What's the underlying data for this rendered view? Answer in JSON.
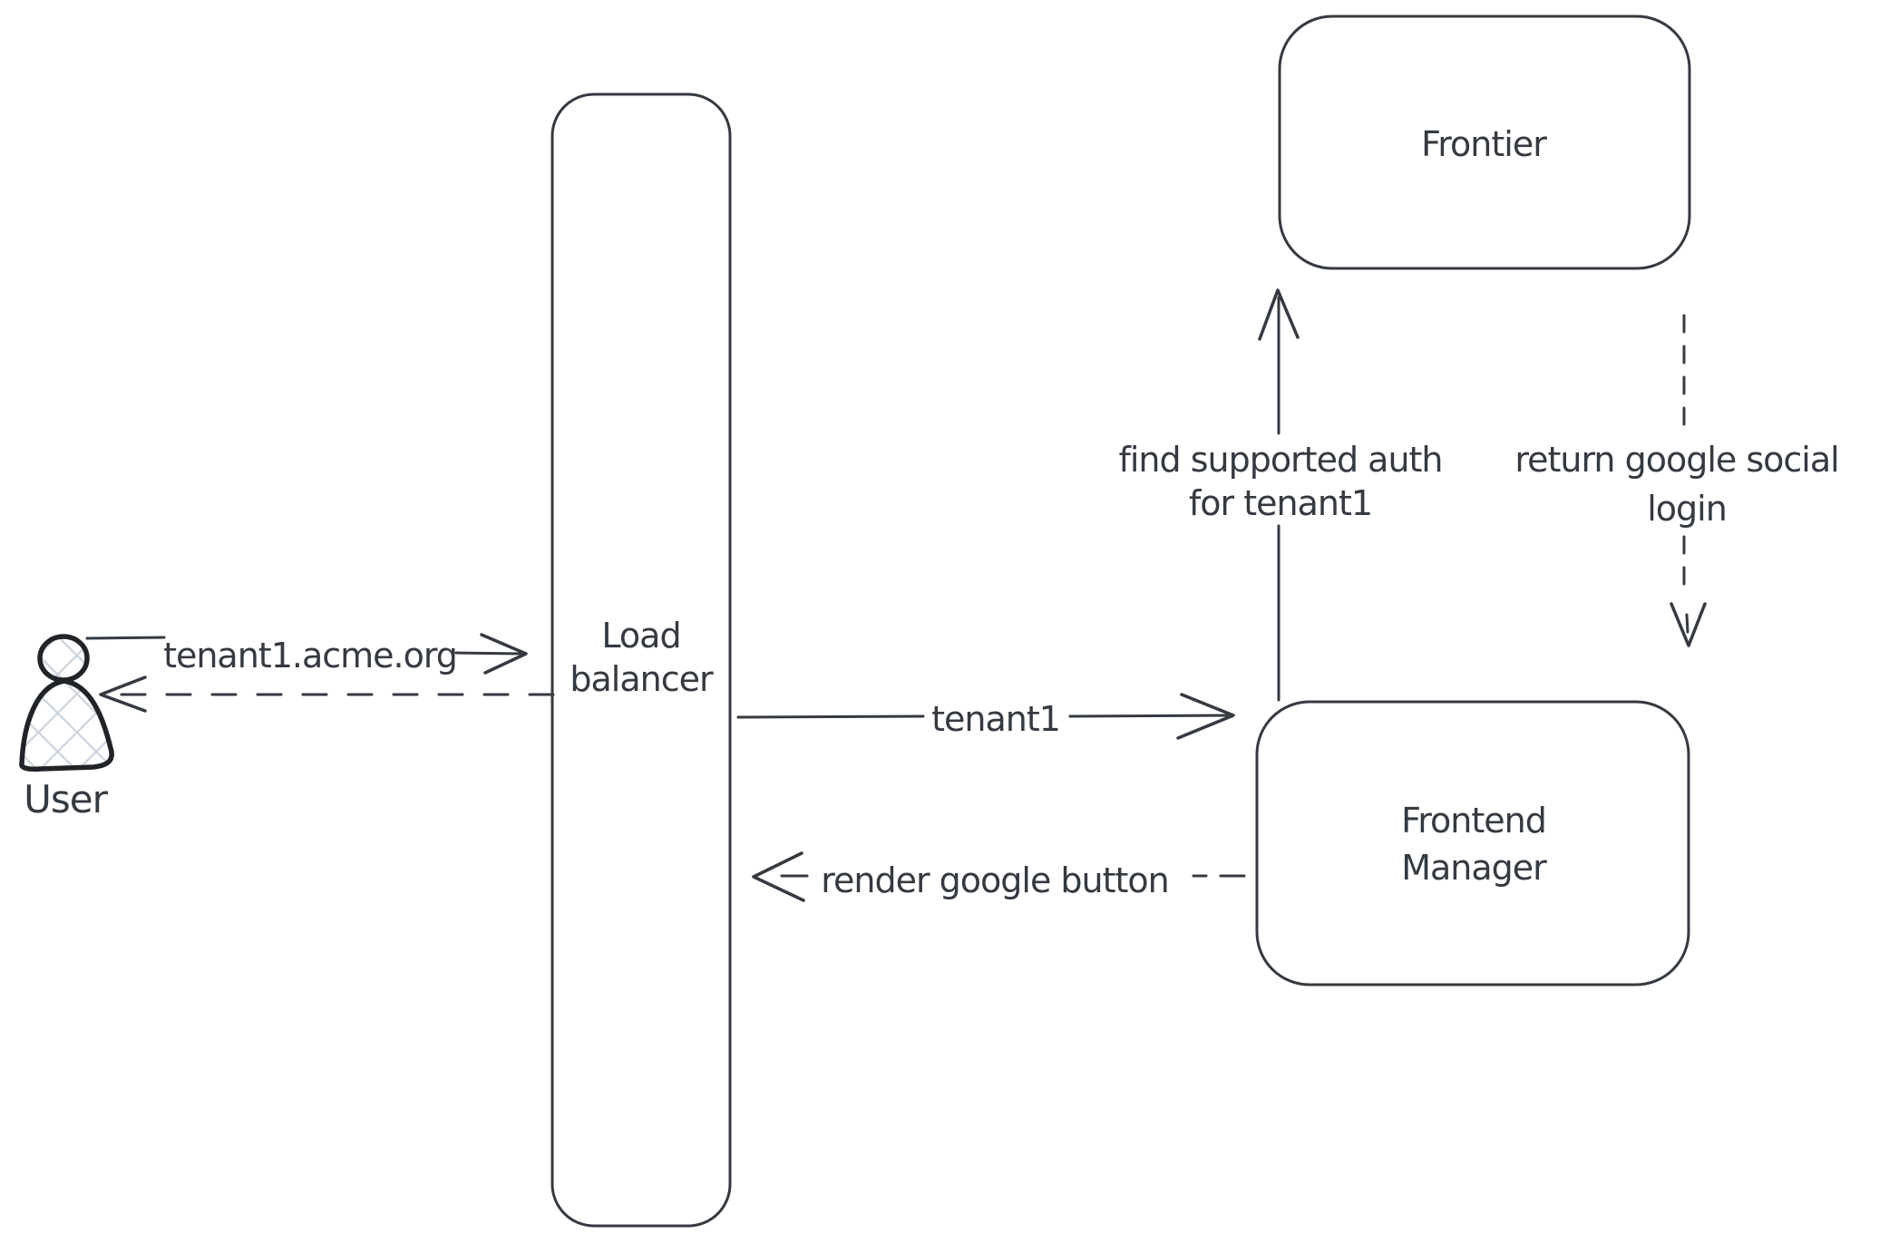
{
  "diagram": {
    "type": "hand-drawn-architecture-diagram",
    "colors": {
      "stroke": "#343a40",
      "user_outline": "#202428",
      "user_fill_hatch": "#ccd4dd",
      "background": "#ffffff"
    },
    "nodes": {
      "user": {
        "label": "User",
        "icon": "person-icon"
      },
      "load_balancer": {
        "label_lines": [
          "Load",
          "balancer"
        ]
      },
      "frontier": {
        "label": "Frontier"
      },
      "frontend_manager": {
        "label_lines": [
          "Frontend",
          "Manager"
        ]
      }
    },
    "edges": {
      "user_to_load_balancer": {
        "label": "tenant1.acme.org",
        "style": "solid",
        "direction": "right"
      },
      "load_balancer_to_user": {
        "label": "",
        "style": "dashed",
        "direction": "left"
      },
      "load_balancer_to_frontend_manager": {
        "label": "tenant1",
        "style": "solid",
        "direction": "right"
      },
      "frontend_manager_to_load_balancer": {
        "label": "render google button",
        "style": "dashed",
        "direction": "left"
      },
      "frontend_manager_to_frontier": {
        "label_lines": [
          "find supported auth",
          "for tenant1"
        ],
        "style": "solid",
        "direction": "up"
      },
      "frontier_to_frontend_manager": {
        "label_lines": [
          "return google social",
          "login"
        ],
        "style": "dashed",
        "direction": "down"
      }
    }
  }
}
